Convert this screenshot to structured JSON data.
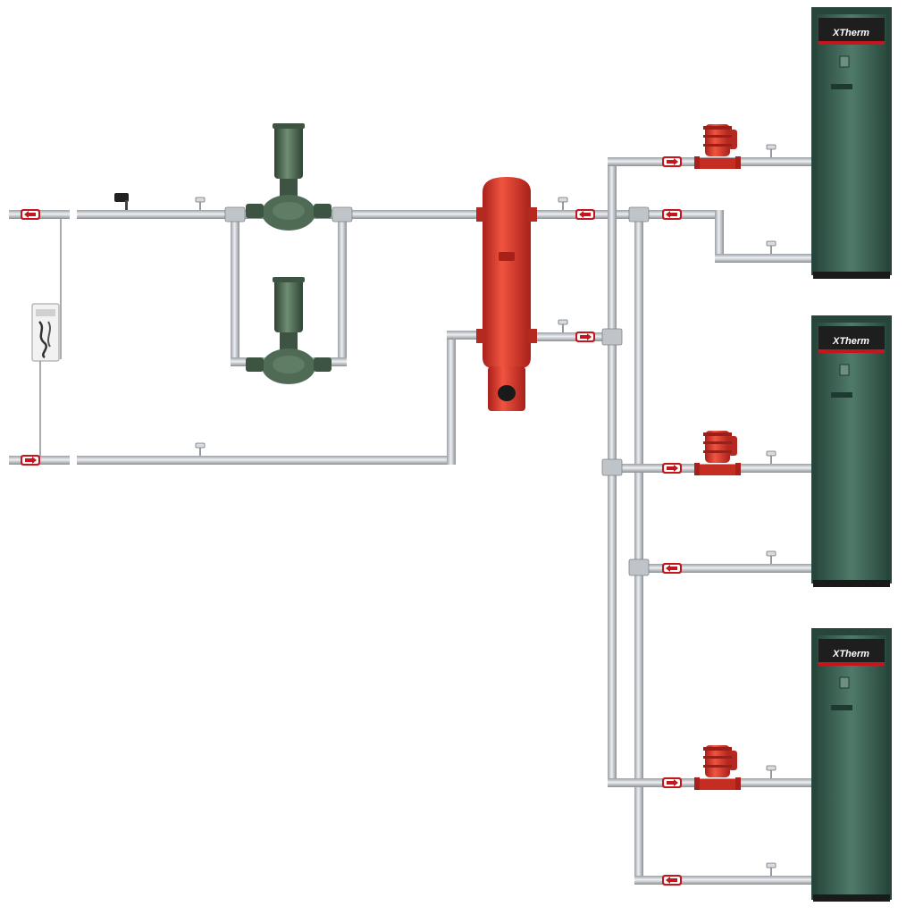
{
  "diagram": {
    "boilers": [
      {
        "brand": "XTherm",
        "body_color": "#2f5a4a"
      },
      {
        "brand": "XTherm",
        "body_color": "#2f5a4a"
      },
      {
        "brand": "XTherm",
        "body_color": "#2f5a4a"
      }
    ],
    "colors": {
      "pipe": "#cfd3d7",
      "pipe_edge": "#8a8f94",
      "red_equipment": "#d8342a",
      "green_pump": "#4f6b55",
      "flow_arrow": "#c4161c"
    },
    "components": {
      "system_pumps": [
        "pump-icon",
        "pump-icon"
      ],
      "boiler_pumps": [
        "pump-icon",
        "pump-icon",
        "pump-icon"
      ],
      "separator": "hydraulic-separator-icon",
      "expansion_tank": "expansion-tank-icon",
      "thermometers": "thermometer-icon",
      "flow_indicators": "arrow-icon"
    }
  }
}
